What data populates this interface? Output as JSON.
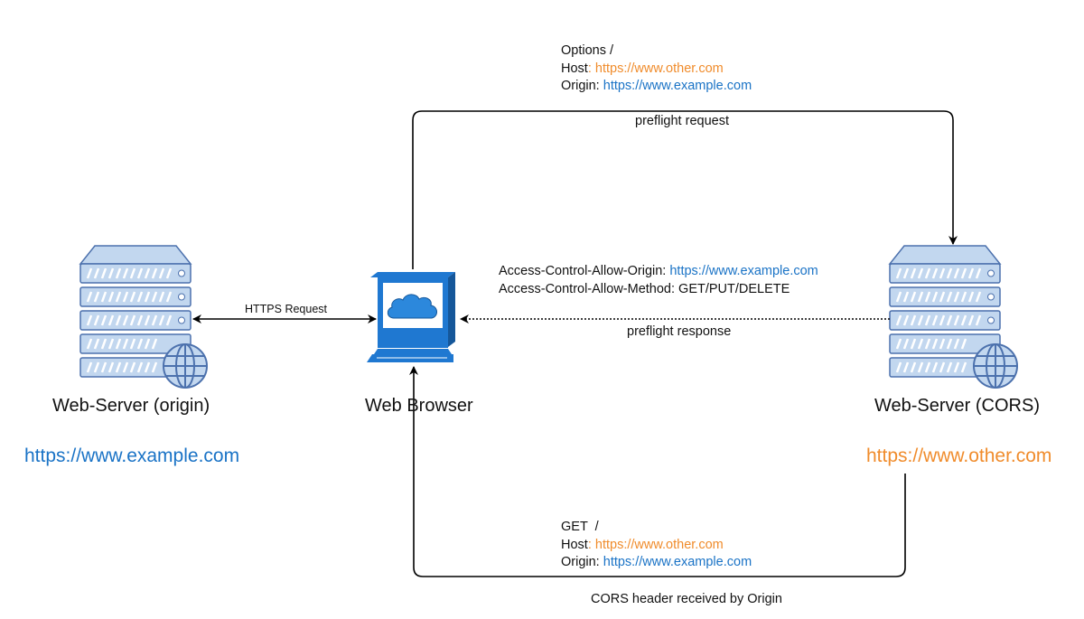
{
  "nodes": {
    "origin_server": {
      "label": "Web-Server (origin)",
      "url": "https://www.example.com"
    },
    "browser": {
      "label": "Web Browser"
    },
    "cors_server": {
      "label": "Web-Server (CORS)",
      "url": "https://www.other.com"
    }
  },
  "edges": {
    "https_request": {
      "label": "HTTPS Request"
    },
    "preflight_request": {
      "label": "preflight request",
      "lines": [
        {
          "key": "Options /",
          "value": ""
        },
        {
          "key": "Host",
          "value": ": https://www.other.com"
        },
        {
          "key": "Origin: ",
          "value": "https://www.example.com"
        }
      ]
    },
    "preflight_response": {
      "label": "preflight response",
      "lines": [
        {
          "key": "Access-Control-Allow-Origin: ",
          "value": "https://www.example.com"
        },
        {
          "key": "Access-Control-Allow-Method: GET/PUT/DELETE",
          "value": ""
        }
      ]
    },
    "cors_header": {
      "label": "CORS header received by Origin",
      "lines": [
        {
          "key": "GET  /",
          "value": ""
        },
        {
          "key": "Host",
          "value": ": https://www.other.com"
        },
        {
          "key": "Origin: ",
          "value": "https://www.example.com"
        }
      ]
    }
  },
  "colors": {
    "link_blue": "#1a73c6",
    "link_orange": "#f08c2c",
    "server_fill": "#c2d7ef",
    "server_stroke": "#4c71ad",
    "browser_blue": "#1f78d1",
    "line": "#000000"
  },
  "icons": [
    "server-icon",
    "globe-icon",
    "computer-icon",
    "cloud-icon"
  ]
}
